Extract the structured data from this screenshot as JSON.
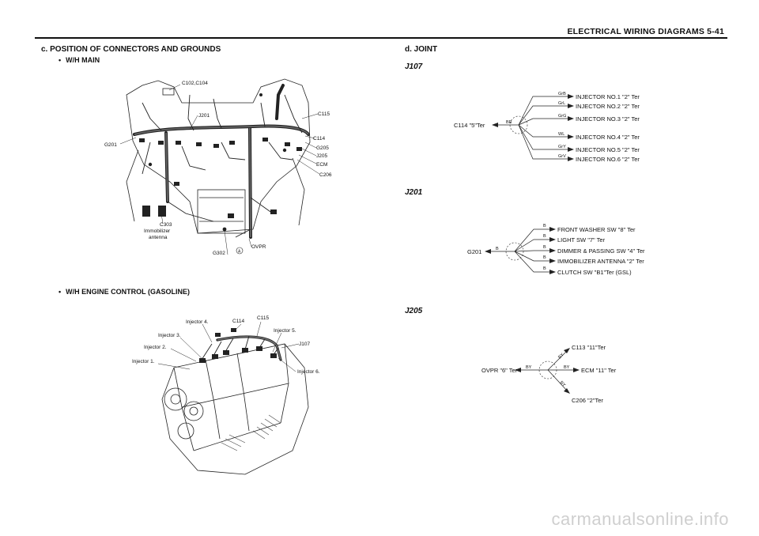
{
  "header": {
    "title": "ELECTRICAL WIRING DIAGRAMS  5-41"
  },
  "section_c": {
    "title": "c.  POSITION  OF  CONNECTORS  AND  GROUNDS",
    "wh_main": {
      "bullet": "W/H  MAIN",
      "labels": {
        "c102": "C102,C104",
        "j201": "J201",
        "c115": "C115",
        "g201": "G201",
        "c114": "C114",
        "g205": "G205",
        "j205": "J205",
        "ecm": "ECM",
        "c206": "C206",
        "c303": "C303",
        "imm1": "Immobilizer",
        "imm2": "antenna",
        "ovpr": "OVPR",
        "g302": "G302",
        "a": "A"
      }
    },
    "wh_engine": {
      "bullet": "W/H  ENGINE  CONTROL  (GASOLINE)",
      "labels": {
        "inj4": "Injector 4.",
        "c114": "C114",
        "c115": "C115",
        "inj5": "Injector 5.",
        "inj3": "Injector 3.",
        "j107": "J107",
        "inj2": "Injector 2.",
        "inj1": "Injector 1.",
        "inj6": "Injector 6."
      }
    }
  },
  "section_d": {
    "title": "d.  JOINT",
    "j107": {
      "name": "J107",
      "source": "C114 \"5\"Ter",
      "source_wire": "BR",
      "branches": [
        {
          "wire": "GrB",
          "target": "INJECTOR NO.1 \"2\" Ter"
        },
        {
          "wire": "GrL",
          "target": "INJECTOR NO.2 \"2\" Ter"
        },
        {
          "wire": "GrG",
          "target": "INJECTOR NO.3 \"2\" Ter"
        },
        {
          "wire": "WL",
          "target": "INJECTOR NO.4 \"2\" Ter"
        },
        {
          "wire": "GrY",
          "target": "INJECTOR NO.5 \"2\" Ter"
        },
        {
          "wire": "GrV",
          "target": "INJECTOR NO.6 \"2\" Ter"
        }
      ]
    },
    "j201": {
      "name": "J201",
      "source": "G201",
      "source_wire": "B",
      "branches": [
        {
          "wire": "B",
          "target": "FRONT WASHER SW \"8\" Ter"
        },
        {
          "wire": "B",
          "target": "LIGHT SW \"7\" Ter"
        },
        {
          "wire": "B",
          "target": "DIMMER & PASSING SW \"4\" Ter"
        },
        {
          "wire": "B",
          "target": "IMMOBILIZER ANTENNA \"2\" Ter"
        },
        {
          "wire": "B",
          "target": "CLUTCH SW \"B1\"Ter (GSL)"
        }
      ]
    },
    "j205": {
      "name": "J205",
      "source": "OVPR \"6\" Ter",
      "source_wire": "BY",
      "branches": [
        {
          "wire": "BY",
          "target": "C113 \"11\"Ter"
        },
        {
          "wire": "BY",
          "target": "ECM \"11\" Ter"
        },
        {
          "wire": "BY",
          "target": "C206 \"2\"Ter"
        }
      ]
    }
  },
  "watermark": "carmanualsonline.info"
}
